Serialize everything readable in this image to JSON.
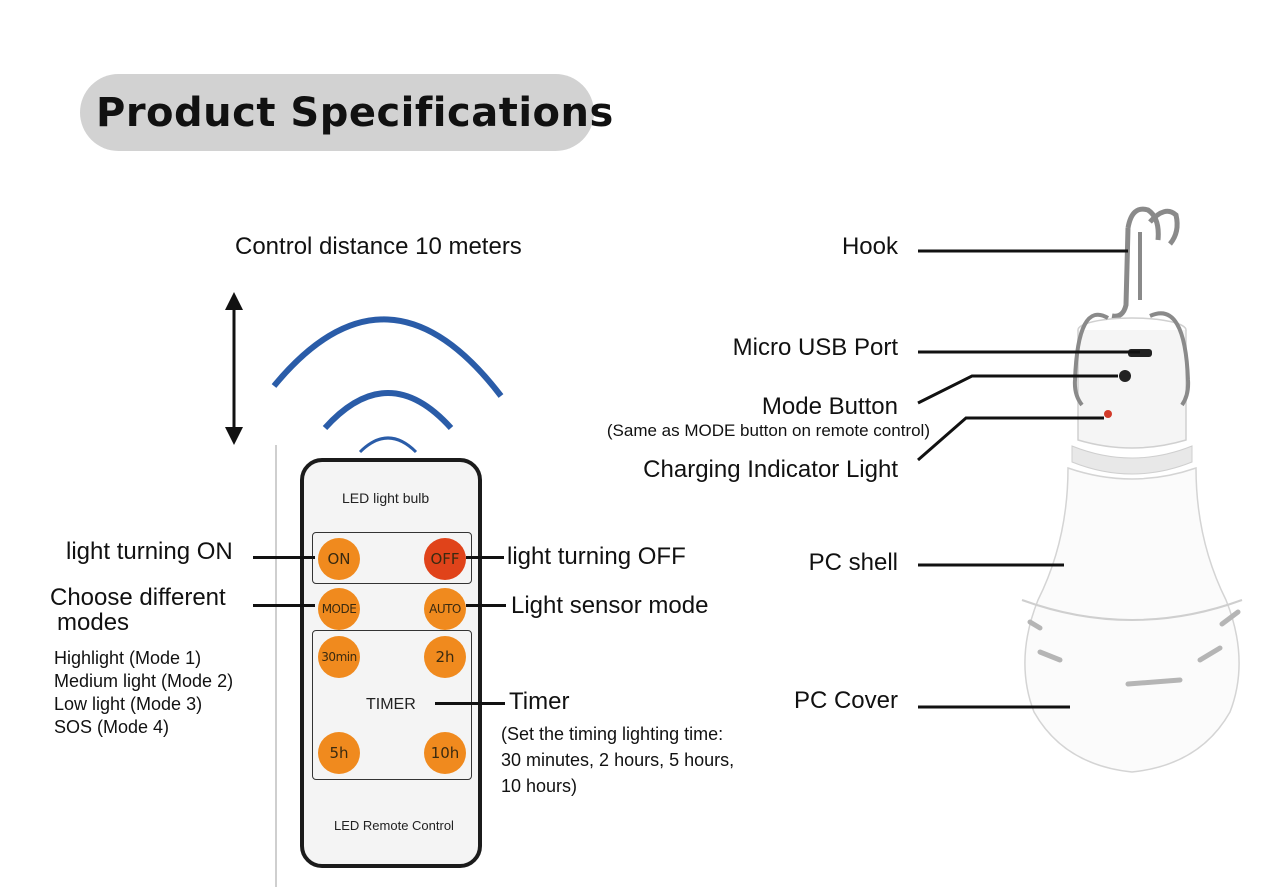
{
  "title": "Product Specifications",
  "control_distance": "Control distance 10 meters",
  "remote": {
    "header": "LED light bulb",
    "footer": "LED Remote Control",
    "btn_on": "ON",
    "btn_off": "OFF",
    "btn_mode": "MODE",
    "btn_auto": "AUTO",
    "btn_30min": "30min",
    "btn_2h": "2h",
    "timer_label": "TIMER",
    "btn_5h": "5h",
    "btn_10h": "10h"
  },
  "left_labels": {
    "on": "light turning ON",
    "modes_line1": "Choose different",
    "modes_line2": "modes",
    "mode_list": [
      "Highlight (Mode 1)",
      "Medium light (Mode 2)",
      "Low light (Mode 3)",
      "SOS (Mode 4)"
    ]
  },
  "right_remote_labels": {
    "off": "light turning OFF",
    "auto": "Light sensor mode",
    "timer": "Timer",
    "timer_note": [
      "(Set the timing lighting time:",
      "30 minutes, 2 hours, 5 hours,",
      "10 hours)"
    ]
  },
  "bulb_labels": {
    "hook": "Hook",
    "usb": "Micro USB Port",
    "mode_button": "Mode Button",
    "mode_button_note": "(Same as MODE button on remote control)",
    "charging": "Charging Indicator Light",
    "shell": "PC shell",
    "cover": "PC Cover"
  },
  "colors": {
    "wave": "#2a5ca8",
    "button_orange": "#f08a1e",
    "button_red": "#e0431a",
    "title_pill": "#d2d2d2"
  }
}
